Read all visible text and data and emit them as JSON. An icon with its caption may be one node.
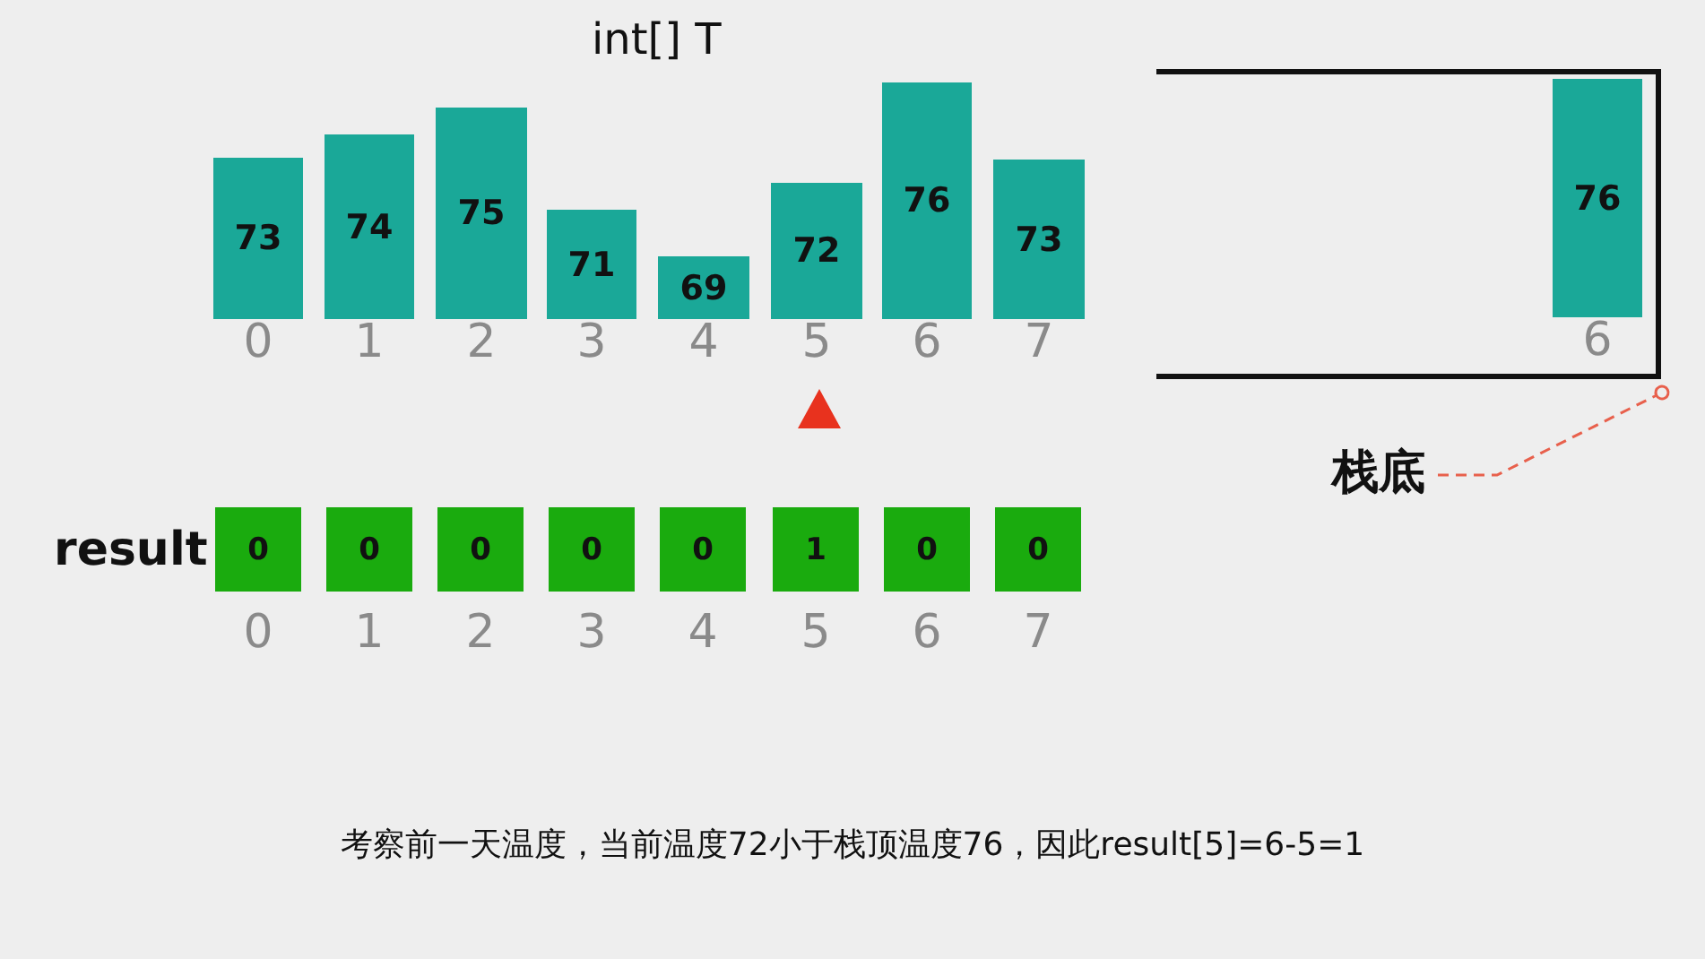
{
  "diagram": {
    "caption": "考察前一天温度，当前温度72小于栈顶温度76，因此result[5]=6-5=1",
    "nodes": [
      {
        "text": [
          "73"
        ],
        "beside": [
          "0"
        ]
      },
      {
        "text": [
          "74"
        ],
        "beside": [
          "1"
        ]
      },
      {
        "text": [
          "75"
        ],
        "beside": [
          "2"
        ]
      },
      {
        "text": [
          "71"
        ],
        "beside": [
          "3"
        ]
      },
      {
        "text": [
          "69"
        ],
        "beside": [
          "4"
        ]
      },
      {
        "text": [
          "72"
        ],
        "beside": [
          "5"
        ]
      },
      {
        "text": [
          "76"
        ],
        "beside": [
          "6"
        ]
      },
      {
        "text": [
          "73"
        ],
        "beside": [
          "7"
        ]
      },
      {
        "text": [],
        "shape": "box"
      },
      {
        "text": [
          "76"
        ],
        "beside": [
          "6"
        ],
        "in": 8
      },
      {
        "text": [
          "0"
        ],
        "beside": [
          "0"
        ]
      },
      {
        "text": [
          "0"
        ],
        "beside": [
          "1"
        ]
      },
      {
        "text": [
          "0"
        ],
        "beside": [
          "2"
        ]
      },
      {
        "text": [
          "0"
        ],
        "beside": [
          "3"
        ]
      },
      {
        "text": [
          "0"
        ],
        "beside": [
          "4"
        ]
      },
      {
        "text": [
          "1"
        ],
        "beside": [
          "5"
        ]
      },
      {
        "text": [
          "0"
        ],
        "beside": [
          "6"
        ]
      },
      {
        "text": [
          "0"
        ],
        "beside": [
          "7"
        ]
      },
      {
        "text": [
          "栈底"
        ]
      }
    ],
    "edges": [
      {
        "from": 18,
        "to": 8,
        "arrow": "other",
        "style": "dashed",
        "color": "#e8604c"
      }
    ],
    "labels": [
      "int[] T",
      "result"
    ]
  }
}
